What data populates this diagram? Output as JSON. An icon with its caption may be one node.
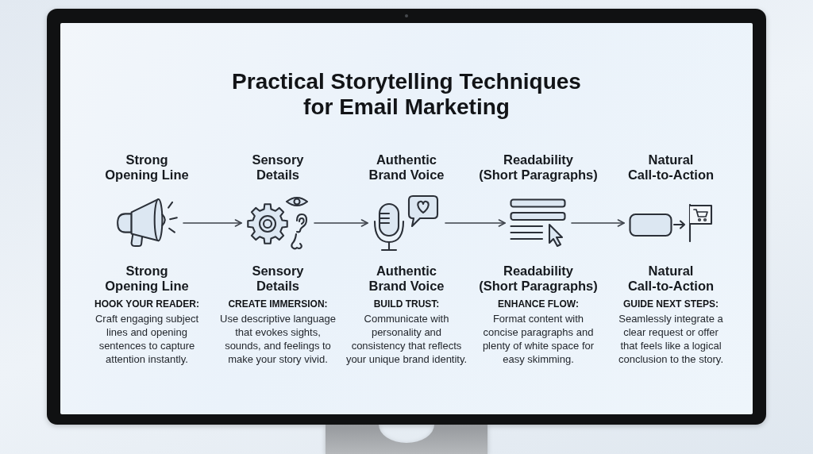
{
  "diagram": {
    "title": "Practical Storytelling Techniques for Email Marketing",
    "nodes": [
      {
        "text": [],
        "shape": "picture",
        "beside": [
          "Strong Opening Line",
          "Strong Opening Line",
          "HOOK YOUR READER:",
          "Craft engaging subject lines and opening sentences to capture attention instantly."
        ]
      },
      {
        "text": [],
        "shape": "picture",
        "beside": [
          "Sensory Details",
          "Sensory Details",
          "CREATE IMMERSION:",
          "Use descriptive language that evokes sights, sounds, and feelings to make your story vivid."
        ]
      },
      {
        "text": [],
        "shape": "picture",
        "beside": [
          "Authentic Brand Voice",
          "Authentic Brand Voice",
          "BUILD TRUST:",
          "Communicate with personality and consistency that reflects your unique brand identity."
        ]
      },
      {
        "text": [],
        "shape": "picture",
        "beside": [
          "Readability (Short Paragraphs)",
          "Readability (Short Paragraphs)",
          "ENHANCE FLOW:",
          "Format content with concise paragraphs and plenty of white space for easy skimming."
        ]
      },
      {
        "text": [],
        "shape": "picture",
        "beside": [
          "Natural Call-to-Action",
          "Natural Call-to-Action",
          "GUIDE NEXT STEPS:",
          "Seamlessly integrate a clear request or offer that feels like a logical conclusion to the story."
        ]
      }
    ],
    "edges": [
      {
        "from": 0,
        "to": 1,
        "arrow": "to"
      },
      {
        "from": 1,
        "to": 2,
        "arrow": "to"
      },
      {
        "from": 2,
        "to": 3,
        "arrow": "to"
      },
      {
        "from": 3,
        "to": 4,
        "arrow": "to"
      }
    ]
  }
}
